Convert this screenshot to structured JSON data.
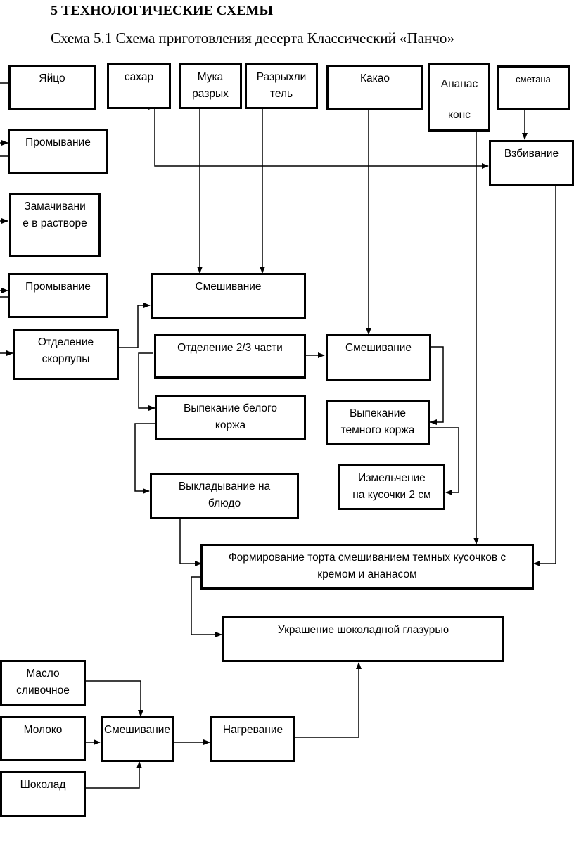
{
  "heading": "5 ТЕХНОЛОГИЧЕСКИЕ СХЕМЫ",
  "subheading": "Схема 5.1 Схема приготовления десерта Классический «Панчо»",
  "boxes": {
    "yaico": "Яйцо",
    "sahar": "сахар",
    "muka": "Мука\nразрых",
    "razryhl": "Разрыхли\nтель",
    "kakao": "Какао",
    "ananas": "Ананас\nконс",
    "smetana": "сметана",
    "promyvanie1": "Промывание",
    "vzbivanie": "Взбивание",
    "zamachivanie": "Замачивани\nе в растворе",
    "promyvanie2": "Промывание",
    "smeshivanie1": "Смешивание",
    "otdelenie_skorlupy": "Отделение\nскорлупы",
    "otdelenie_23": "Отделение 2/3 части",
    "smeshivanie2": "Смешивание",
    "vypekanie_belogo": "Выпекание белого\nкоржа",
    "vypekanie_temnogo": "Выпекание\nтемного коржа",
    "izmelchenie": "Измельчение\nна кусочки 2 см",
    "vykladyvanie": "Выкладывание на\nблюдо",
    "formirovanie": "Формирование торта смешиванием темных кусочков с\nкремом и ананасом",
    "ukrashenie": "Украшение шоколадной глазурью",
    "maslo": "Масло\nсливочное",
    "moloko": "Молоко",
    "smeshivanie3": "Смешивание",
    "nagrevanie": "Нагревание",
    "shokolad": "Шоколад"
  }
}
